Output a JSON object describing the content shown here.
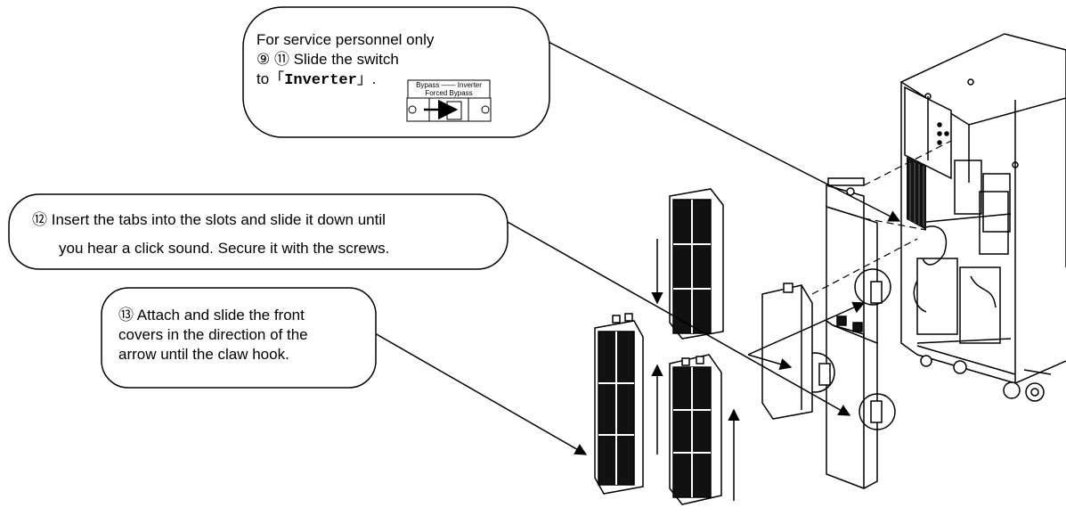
{
  "callout_service": {
    "line1": "For service personnel only",
    "line2": "⑨ ⑪ Slide the switch",
    "line3_prefix": "to「",
    "line3_keyword": "Inverter",
    "line3_suffix": "」.",
    "switch_top_left": "Bypass",
    "switch_top_right": "Inverter",
    "switch_bottom": "Forced Bypass"
  },
  "callout_insert": {
    "line1": "⑫ Insert the tabs into the slots and slide it down until",
    "line2": "you hear a click sound. Secure it with the screws."
  },
  "callout_attach": {
    "line1": "⑬ Attach and slide the front",
    "line2": "covers in the direction of the",
    "line3": "arrow until the claw hook."
  },
  "colors": {
    "line": "#000000",
    "panel_dark": "#111111",
    "background": "#ffffff"
  }
}
